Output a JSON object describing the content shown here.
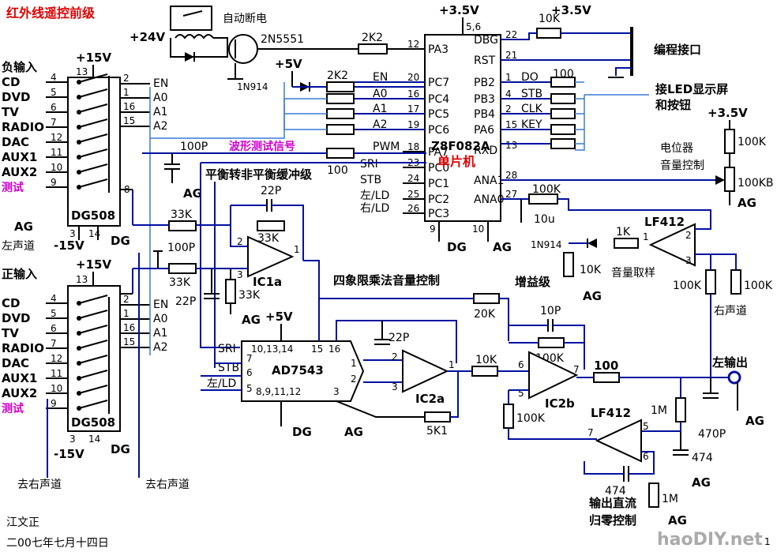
{
  "title": "红外线遥控前级",
  "author": "江文正",
  "date": "二00七年七月十四日",
  "watermark": "haoDIY.net",
  "supplies": {
    "p35": "+3.5V",
    "p24": "+24V",
    "p5": "+5V",
    "p15": "+15V",
    "m15": "-15V"
  },
  "ground": {
    "ag": "AG",
    "dg": "DG"
  },
  "mux": {
    "name": "DG508",
    "top_label": "负输入",
    "bottom_label": "正输入",
    "inputs": [
      "CD",
      "DVD",
      "TV",
      "RADIO",
      "DAC",
      "AUX1",
      "AUX2",
      "测试"
    ],
    "input_pins": [
      "4",
      "5",
      "6",
      "7",
      "12",
      "11",
      "10",
      "9"
    ],
    "ctrl": [
      "EN",
      "A0",
      "A1",
      "A2"
    ],
    "ctrl_pins": [
      "2",
      "1",
      "16",
      "15"
    ],
    "out_pin": "8",
    "vdd_pin": "13",
    "vss_pin": "3",
    "gnd_pin": "14"
  },
  "labels": {
    "left_channel": "左声道",
    "lr_channel": "去右声道",
    "right_channel": "右声道",
    "auto_off": "自动断电",
    "transistor": "2N5551",
    "diode1": "1N914",
    "diode2": "1N914",
    "prog_port": "编程接口",
    "led_port_1": "接LED显示屏",
    "led_port_2": "和按钮",
    "pot_1": "电位器",
    "pot_2": "音量控制",
    "mcu_name": "Z8F082A",
    "mcu_cn": "单片机",
    "test_signal": "波形测试信号",
    "buffer_stage": "平衡转非平衡缓冲级",
    "vol_control": "四象限乘法音量控制",
    "gain_stage": "增益级",
    "vol_sample": "音量取样",
    "dc_servo_1": "输出直流",
    "dc_servo_2": "归零控制",
    "left_out": "左输出",
    "dac_name": "AD7543",
    "opamp": "LF412",
    "ic1a": "IC1a",
    "ic2a": "IC2a",
    "ic2b": "IC2b"
  },
  "mcu": {
    "left_pins": [
      [
        "PA3",
        "12"
      ],
      [
        "PC7",
        "20"
      ],
      [
        "PC4",
        "16"
      ],
      [
        "PC5",
        "17"
      ],
      [
        "PC6",
        "19"
      ],
      [
        "PA7",
        "18"
      ],
      [
        "PC0",
        "23"
      ],
      [
        "PC1",
        "24"
      ],
      [
        "PC2",
        "25"
      ],
      [
        "PC3",
        "26"
      ]
    ],
    "right_pins": [
      [
        "DBG",
        "22"
      ],
      [
        "RST",
        "21"
      ],
      [
        "PB2",
        "1"
      ],
      [
        "PB3",
        "4"
      ],
      [
        "PB4",
        "2"
      ],
      [
        "PA6",
        "15"
      ],
      [
        "RXD",
        "13"
      ],
      [
        "ANA1",
        "28"
      ],
      [
        "ANA0",
        "27"
      ]
    ],
    "top": "5,6",
    "bottom_left": "9",
    "bottom_right": "10",
    "nets_left": [
      "EN",
      "A0",
      "A1",
      "A2",
      "PWM",
      "SRI",
      "STB",
      "左/LD",
      "右/LD"
    ],
    "nets_right": [
      "DO",
      "STB",
      "CLK",
      "KEY"
    ]
  },
  "dac_pins": {
    "sri": "SRI",
    "stb": "STB",
    "ld": "左/LD",
    "p7": "7",
    "p6": "6",
    "p5": "5",
    "p1": "1",
    "p2": "2",
    "p3": "3",
    "top": "10,13,14",
    "p15": "15",
    "p16": "16",
    "bottom": "8,9,11,12"
  },
  "components": {
    "r2k2a": "2K2",
    "r2k2b": "2K2",
    "r10k": "10K",
    "r100a": "100",
    "r100p": "100P",
    "r100": "100",
    "r33k1": "33K",
    "r33k2": "33K",
    "r33k3": "33K",
    "r33k4": "33K",
    "c22p1": "22P",
    "c100p": "100P",
    "c22p2": "22P",
    "c22p3": "22P",
    "r20k": "20K",
    "r10k2": "10K",
    "c10p": "10P",
    "r100k1": "100K",
    "r100k2": "100K",
    "r5k1": "5K1",
    "r100k3": "100K",
    "r1k": "1K",
    "r10k3": "10K",
    "c10u": "10u",
    "r100k4": "100K",
    "r100k5": "100K",
    "r100k6": "100K",
    "r100k7": "100K",
    "r100kb": "100KB",
    "r100out": "100",
    "c470p": "470P",
    "r1m1": "1M",
    "r1m2": "1M",
    "c474a": "474",
    "c474b": "474"
  }
}
